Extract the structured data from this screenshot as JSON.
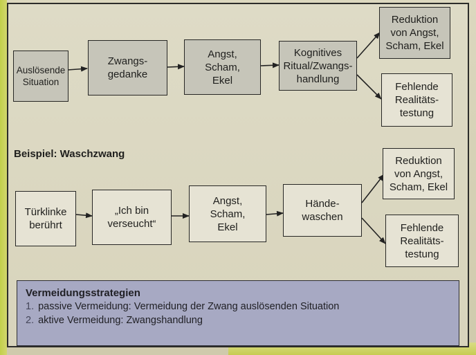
{
  "diagram_1": {
    "trigger": "Auslösende\nSituation",
    "thought": "Zwangs-\ngedanke",
    "emotion": "Angst,\nScham,\nEkel",
    "ritual": "Kognitives\nRitual/Zwangs-\nhandlung",
    "reduction": "Reduktion\nvon Angst,\nScham, Ekel",
    "reality": "Fehlende\nRealitäts-\ntestung"
  },
  "example_heading": "Beispiel: Waschzwang",
  "diagram_2": {
    "trigger": "Türklinke\nberührt",
    "thought": "„Ich bin\nverseucht“",
    "emotion": "Angst,\nScham,\nEkel",
    "action": "Hände-\nwaschen",
    "reduction": "Reduktion\nvon Angst,\nScham, Ekel",
    "reality": "Fehlende\nRealitäts-\ntestung"
  },
  "strategies": {
    "title": "Vermeidungsstrategien",
    "items": [
      {
        "num": "1.",
        "text": "passive Vermeidung: Vermeidung der Zwang auslösenden Situation"
      },
      {
        "num": "2.",
        "text": "aktive Vermeidung: Zwangshandlung"
      }
    ]
  }
}
